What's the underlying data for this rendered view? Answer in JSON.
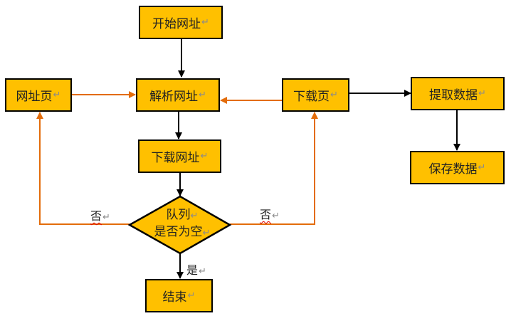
{
  "colors": {
    "node_fill": "#FFC000",
    "node_border": "#000000",
    "main_flow_line": "#000000",
    "loop_flow_line": "#E36C0A",
    "spellcheck_underline": "#E00000"
  },
  "return_mark": "↵",
  "nodes": {
    "start": "开始网址",
    "url_page": "网址页",
    "parse_url": "解析网址",
    "download_page": "下载页",
    "extract_data": "提取数据",
    "save_data": "保存数据",
    "download_url": "下载网址",
    "queue_check_line1": "队列",
    "queue_check_line2": "是否为空",
    "end": "结束"
  },
  "edge_labels": {
    "no_left": "否",
    "no_right": "否",
    "yes": "是"
  },
  "edges": [
    {
      "from": "start",
      "to": "parse_url",
      "style": "main"
    },
    {
      "from": "url_page",
      "to": "parse_url",
      "style": "loop"
    },
    {
      "from": "download_page",
      "to": "parse_url",
      "style": "loop"
    },
    {
      "from": "download_page",
      "to": "extract_data",
      "style": "main"
    },
    {
      "from": "extract_data",
      "to": "save_data",
      "style": "main"
    },
    {
      "from": "parse_url",
      "to": "download_url",
      "style": "main"
    },
    {
      "from": "download_url",
      "to": "queue_check",
      "style": "main"
    },
    {
      "from": "queue_check",
      "to": "url_page",
      "style": "loop",
      "label": "否"
    },
    {
      "from": "queue_check",
      "to": "download_page",
      "style": "loop",
      "label": "否"
    },
    {
      "from": "queue_check",
      "to": "end",
      "style": "main",
      "label": "是"
    }
  ]
}
